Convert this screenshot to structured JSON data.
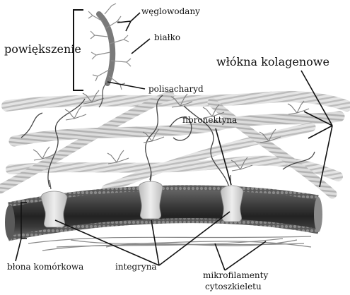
{
  "labels": {
    "weglowodany": "węglowodany",
    "bialko": "białko",
    "powiekszenie": "powiększenie",
    "polisacharyd": "polisacharyd",
    "wlokna_kolagenowe": "włókna kolagenowe",
    "fibronektyna": "fibronektyna",
    "blona_komorkowa": "błona komórkowa",
    "integryna": "integryna",
    "mikrofilamenty_line1": "mikrofilamenty",
    "mikrofilamenty_line2": "cytoszkieletu"
  },
  "colors": {
    "membrane_top": "#6f6f6f",
    "membrane_mid": "#2e2e2e",
    "collagen_light": "#e2e2e2",
    "collagen_stripe": "#b9b9b9",
    "protein": "#d9d9d9",
    "glyco": "#8c8c8c",
    "line": "#111111"
  }
}
